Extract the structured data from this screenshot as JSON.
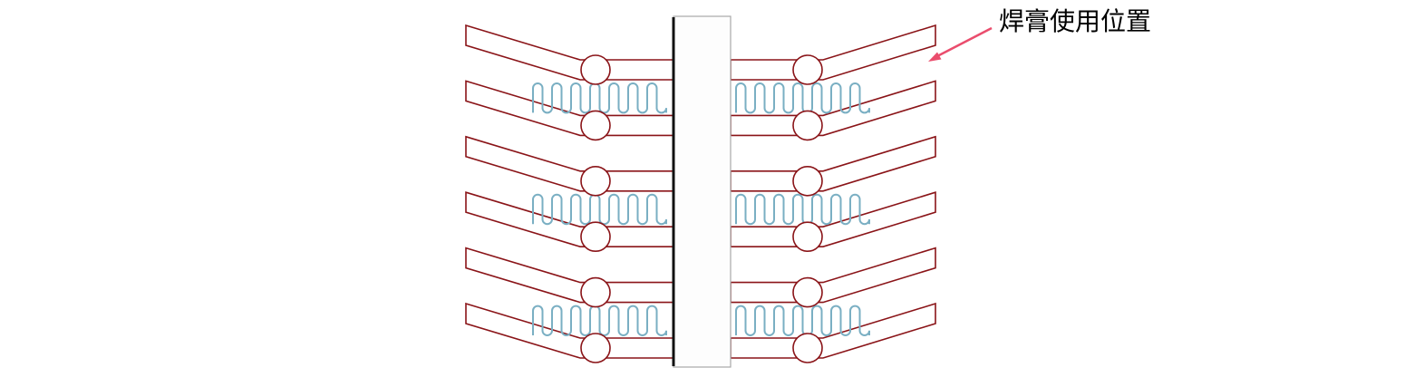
{
  "annotation": {
    "text": "焊膏使用位置"
  },
  "diagram": {
    "description": "stacked-lead-plates-with-solder-paste-fin-rows-around-center-post",
    "layer_count": 6,
    "fin_rows": 3,
    "bumps_per_layer": 2,
    "colors": {
      "plate_outline": "#8a1418",
      "plate_fill": "#ffffff",
      "fin_stroke": "#7aafc3",
      "column_fill": "#fdfdfd",
      "column_edge": "#a8a8a8",
      "column_divider": "#111111",
      "arrow": "#ea4d6d",
      "label_text": "#000000",
      "background": "#ffffff"
    }
  }
}
